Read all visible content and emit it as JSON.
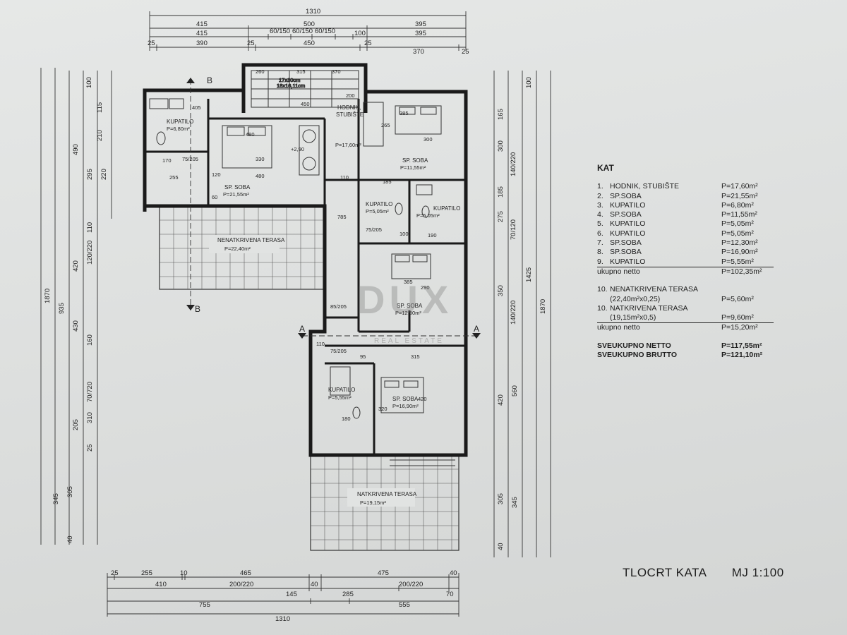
{
  "legend": {
    "heading": "KAT",
    "rooms": [
      {
        "num": "1.",
        "name": "HODNIK, STUBIŠTE",
        "area": "P=17,60m²"
      },
      {
        "num": "2.",
        "name": "SP.SOBA",
        "area": "P=21,55m²"
      },
      {
        "num": "3.",
        "name": "KUPATILO",
        "area": "P=6,80m²"
      },
      {
        "num": "4.",
        "name": "SP.SOBA",
        "area": "P=11,55m²"
      },
      {
        "num": "5.",
        "name": "KUPATILO",
        "area": "P=5,05m²"
      },
      {
        "num": "6.",
        "name": "KUPATILO",
        "area": "P=5,05m²"
      },
      {
        "num": "7.",
        "name": "SP.SOBA",
        "area": "P=12,30m²"
      },
      {
        "num": "8.",
        "name": "SP.SOBA",
        "area": "P=16,90m²"
      },
      {
        "num": "9.",
        "name": "KUPATILO",
        "area": "P=5,55m²"
      }
    ],
    "net_label": "ukupno netto",
    "net_value": "P=102,35m²",
    "terraces": [
      {
        "num": "10.",
        "name": "NENATKRIVENA TERASA",
        "detail": "(22,40m²x0,25)",
        "area": "P=5,60m²"
      },
      {
        "num": "10.",
        "name": "NATKRIVENA TERASA",
        "detail": "(19,15m²x0,5)",
        "area": "P=9,60m²"
      }
    ],
    "terrace_net_label": "ukupno netto",
    "terrace_net_value": "P=15,20m²",
    "total_net_label": "SVEUKUPNO NETTO",
    "total_net_value": "P=117,55m²",
    "total_gross_label": "SVEUKUPNO BRUTTO",
    "total_gross_value": "P=121,10m²"
  },
  "title": {
    "name": "TLOCRT KATA",
    "scale": "MJ 1:100"
  },
  "watermark": {
    "brand": "DUX",
    "sub": "REAL ESTATE"
  },
  "plan_labels": {
    "hodnik": "HODNIK,",
    "stubiste": "STUBIŠTE",
    "hodnik_area": "P=17,60m²",
    "kupatilo_3": "KUPATILO",
    "kupatilo_3_area": "P=6,80m²",
    "soba_2": "SP. SOBA",
    "soba_2_area": "P=21,55m²",
    "soba_4": "SP. SOBA",
    "soba_4_area": "P=11,55m²",
    "kupatilo_5": "KUPATILO",
    "kupatilo_5_area": "P=5,05m²",
    "kupatilo_6": "KUPATILO",
    "kupatilo_6_area": "P=5,05m²",
    "soba_7": "SP. SOBA",
    "soba_7_area": "P=12,30m²",
    "kupatilo_9": "KUPATILO",
    "kupatilo_9_area": "P=5,55m²",
    "soba_8": "SP. SOBA",
    "soba_8_area": "P=16,90m²",
    "terasa_open": "NENATKRIVENA TERASA",
    "terasa_open_area": "P=22,40m²",
    "terasa_cov": "NATKRIVENA TERASA",
    "terasa_cov_area": "P=19,15m²",
    "level": "+2,90",
    "stairs_a": "17x30cm",
    "stairs_b": "18x16,11cm",
    "section_a": "A",
    "section_b": "B"
  },
  "dimensions": {
    "top": [
      [
        "1310"
      ],
      [
        "415",
        "500",
        "395"
      ],
      [
        "415",
        "60/150",
        "60/150",
        "60/150",
        "100",
        "395"
      ],
      [
        "25",
        "390",
        "25",
        "450",
        "25",
        "370",
        "25"
      ]
    ],
    "bottom": [
      [
        "25",
        "255",
        "10",
        "465",
        "475",
        "40"
      ],
      [
        "410",
        "200/220",
        "40",
        "285",
        "200/220",
        "70"
      ],
      [
        "755",
        "145",
        "555"
      ],
      [
        "1310"
      ]
    ],
    "left": [
      "100",
      "115",
      "210",
      "490",
      "295",
      "220",
      "110",
      "120/220",
      "420",
      "1870",
      "935",
      "430",
      "160",
      "70/720",
      "310",
      "205",
      "25",
      "345",
      "305",
      "40"
    ],
    "right": [
      "100",
      "165",
      "300",
      "140/220",
      "185",
      "275",
      "70/120",
      "350",
      "140/220",
      "1425",
      "1870",
      "560",
      "420",
      "305",
      "345",
      "40"
    ],
    "inner": [
      "405",
      "480",
      "330",
      "480",
      "255",
      "170",
      "75/205",
      "120",
      "60",
      "450",
      "200",
      "110",
      "785",
      "385",
      "300",
      "265",
      "185",
      "75/205",
      "100",
      "190",
      "385",
      "290",
      "85/205",
      "110",
      "75/205",
      "95",
      "315",
      "320",
      "420",
      "180",
      "260",
      "315",
      "370"
    ]
  }
}
